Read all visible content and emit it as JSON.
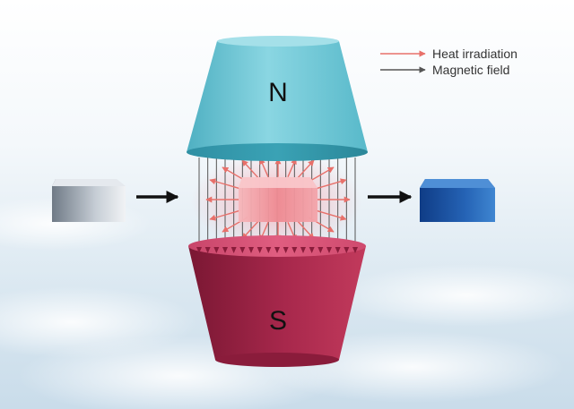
{
  "poles": {
    "north": "N",
    "south": "S"
  },
  "legend": {
    "heat": {
      "label": "Heat irradiation",
      "color": "#e8706a"
    },
    "magnetic": {
      "label": "Magnetic field",
      "color": "#555555"
    }
  },
  "colors": {
    "north_magnet": "#6cc6d4",
    "south_magnet": "#b5284f",
    "sample_before": "#b9c0c8",
    "sample_heated": "#f08a90",
    "sample_after": "#1f5fb0",
    "arrow": "#111111"
  },
  "icons": [
    "north-magnet",
    "south-magnet",
    "sample-block",
    "process-arrow",
    "field-line-arrow",
    "heat-arrow"
  ]
}
